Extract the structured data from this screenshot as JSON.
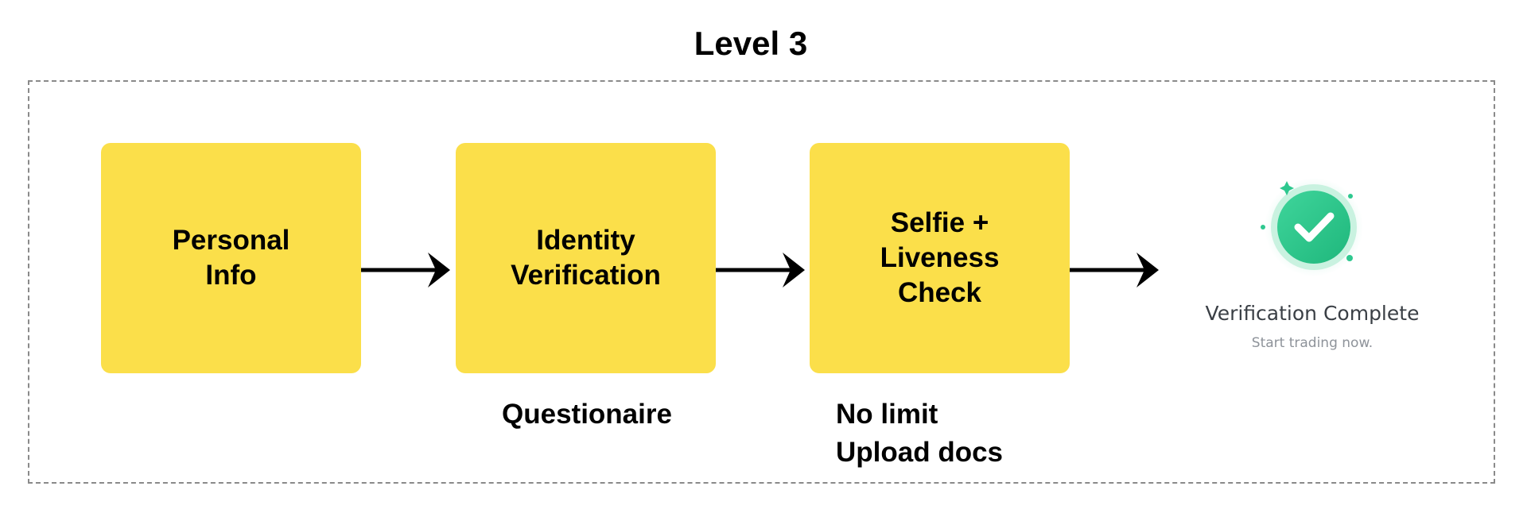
{
  "title": "Level 3",
  "steps": [
    {
      "label": "Personal\nInfo"
    },
    {
      "label": "Identity\nVerification"
    },
    {
      "label": "Selfie +\nLiveness\nCheck"
    }
  ],
  "notes": {
    "identity": "Questionaire",
    "selfie_line1": "No limit",
    "selfie_line2": "Upload docs"
  },
  "completion": {
    "icon": "check-circle-icon",
    "title": "Verification Complete",
    "subtitle": "Start trading now."
  },
  "colors": {
    "step_fill": "#fbdf4a",
    "badge_green": "#2ec88f",
    "frame_border": "#8a8a8a"
  }
}
